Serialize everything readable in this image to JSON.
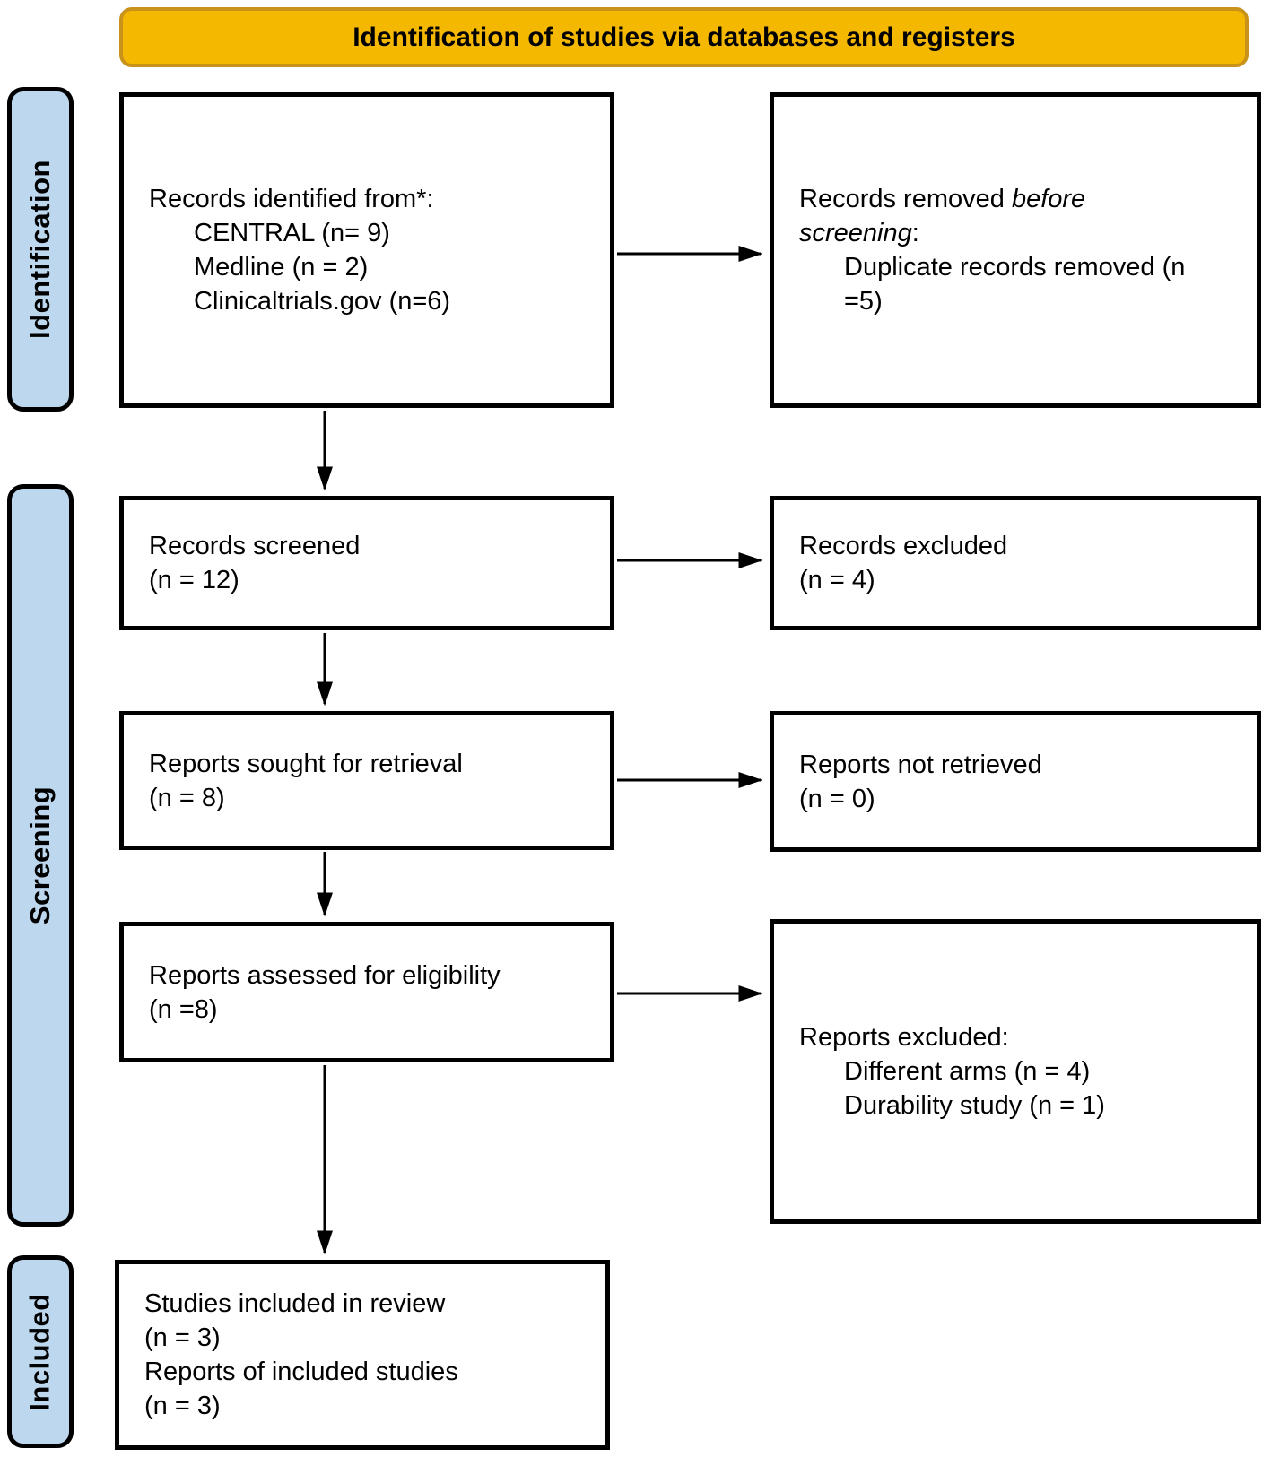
{
  "diagram": {
    "title": "Identification of studies via databases and registers",
    "sidebar": {
      "identification": "Identification",
      "screening": "Screening",
      "included": "Included"
    },
    "boxes": {
      "records_identified": {
        "heading": "Records identified from*:",
        "items": [
          "CENTRAL (n= 9)",
          "Medline (n = 2)",
          "Clinicaltrials.gov (n=6)"
        ]
      },
      "records_removed": {
        "text_before": "Records removed ",
        "text_italic": "before screening",
        "text_after": ":",
        "items": [
          "Duplicate records removed (n =5)"
        ]
      },
      "records_screened": {
        "line1": "Records screened",
        "line2": "(n = 12)"
      },
      "records_excluded": {
        "line1": "Records excluded",
        "line2": "(n = 4)"
      },
      "reports_sought": {
        "line1": "Reports sought for retrieval",
        "line2": "(n = 8)"
      },
      "reports_not_retrieved": {
        "line1": "Reports not retrieved",
        "line2": "(n = 0)"
      },
      "reports_assessed": {
        "line1": "Reports assessed for eligibility",
        "line2": "(n =8)"
      },
      "reports_excluded": {
        "heading": "Reports excluded:",
        "items": [
          "Different arms (n = 4)",
          "Durability study (n = 1)"
        ]
      },
      "studies_included": {
        "line1": "Studies included in review",
        "line2": "(n = 3)",
        "line3": "Reports of included studies",
        "line4": "(n = 3)"
      }
    },
    "colors": {
      "banner_bg": "#F5B800",
      "banner_border": "#C8921B",
      "sidebar_bg": "#BDD7EE",
      "box_border": "#000000",
      "arrow": "#000000"
    }
  }
}
